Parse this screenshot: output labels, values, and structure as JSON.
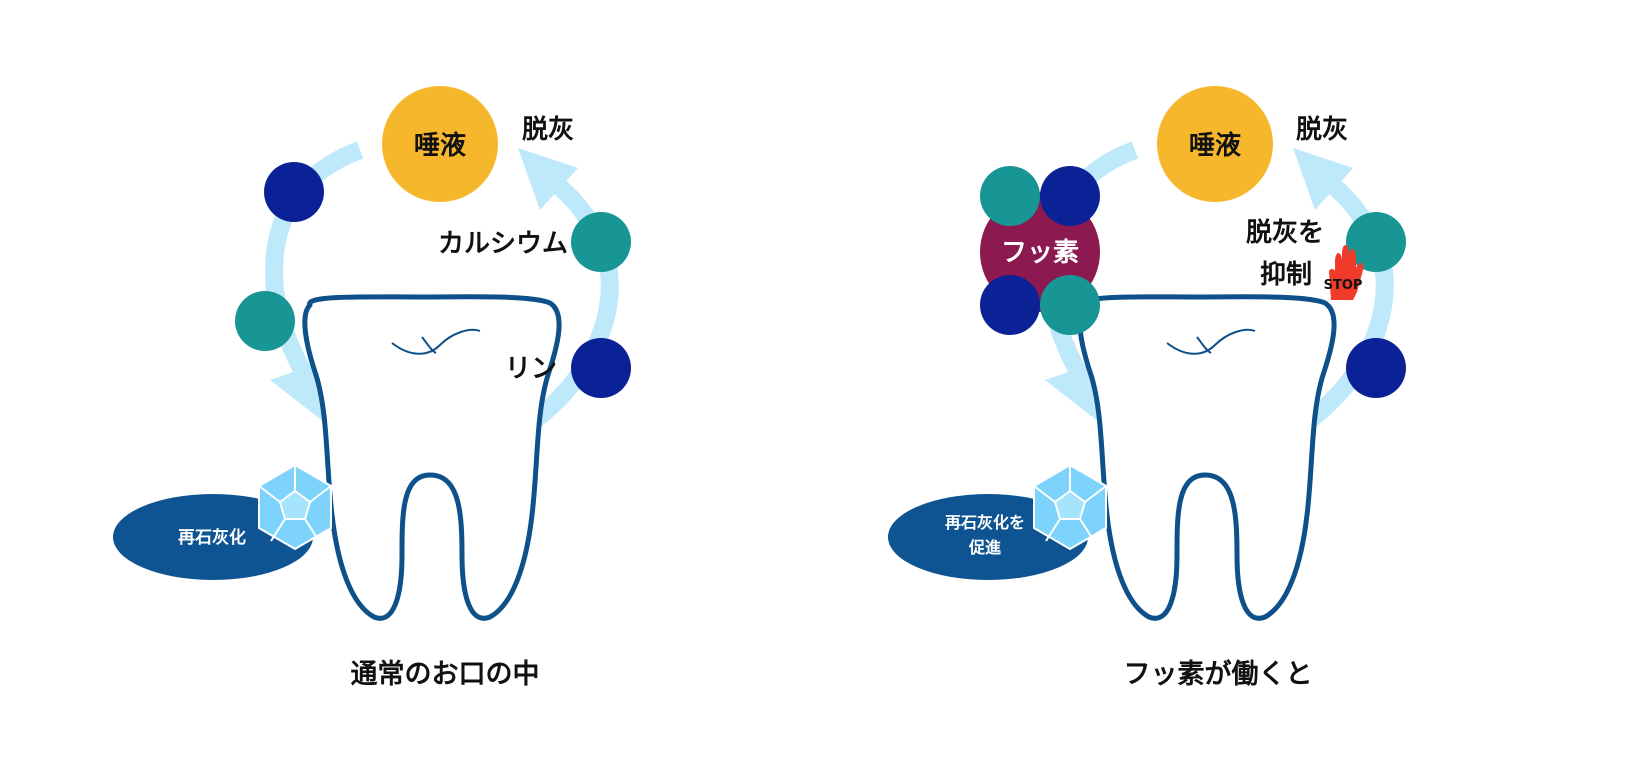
{
  "colors": {
    "saliva": "#f6b72d",
    "calcium": "#189595",
    "phosphorus": "#0b2196",
    "arrow": "#bde9fb",
    "tooth_outline": "#0e5089",
    "remineral_ellipse": "#0e5392",
    "crystal": "#7dd3fb",
    "fluoride": "#8c1a50",
    "stop_hand": "#f03a2a"
  },
  "left_panel": {
    "saliva_label": "唾液",
    "demineral_label": "脱灰",
    "calcium_label": "カルシウム",
    "phosphorus_label": "リン",
    "remineral_label": "再石灰化",
    "caption": "通常のお口の中"
  },
  "right_panel": {
    "saliva_label": "唾液",
    "demineral_label": "脱灰",
    "fluoride_label": "フッ素",
    "suppress_line1": "脱灰を",
    "suppress_line2": "抑制",
    "stop_label": "STOP",
    "remineral_line1": "再石灰化を",
    "remineral_line2": "促進",
    "caption": "フッ素が働くと"
  },
  "icons": {
    "tooth": "tooth-icon",
    "crystal": "crystal-icon",
    "stop_hand": "stop-hand-icon"
  }
}
